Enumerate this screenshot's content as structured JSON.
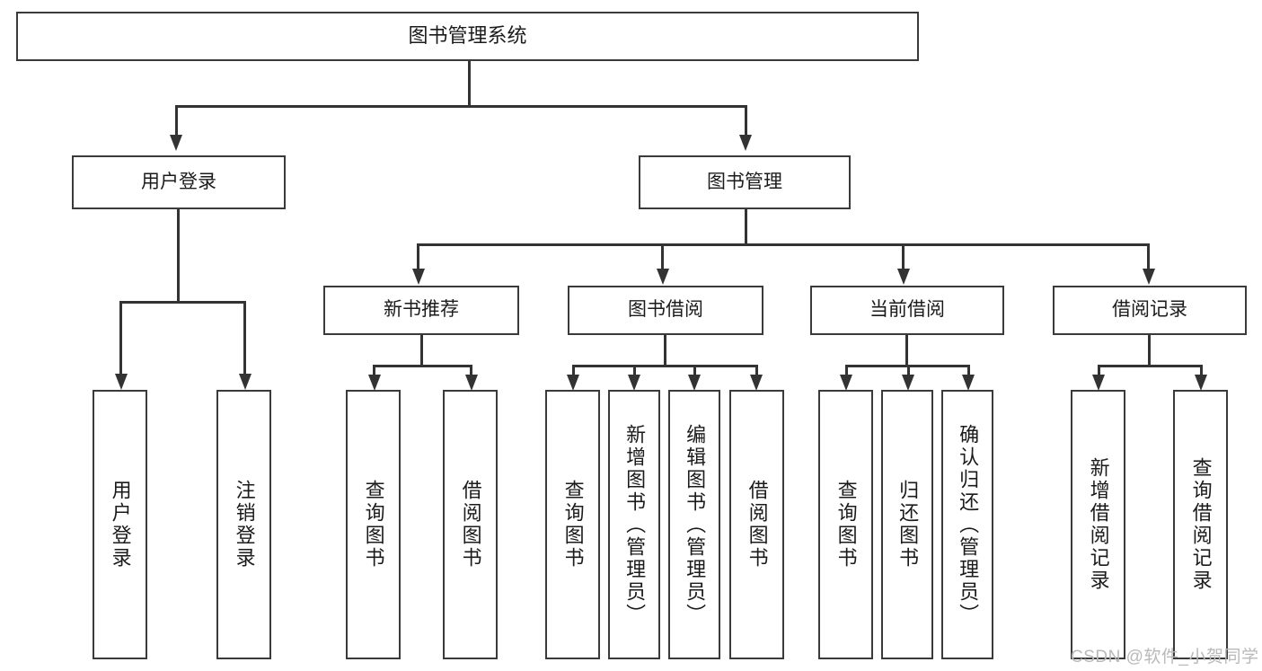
{
  "diagram": {
    "type": "tree",
    "title": "图书管理系统",
    "watermark": "CSDN @软件_小贺同学",
    "colors": {
      "box_border": "#3a3a3a",
      "edge": "#333333",
      "background": "#ffffff",
      "text": "#1b1b1b",
      "watermark": "#b9b9b9"
    },
    "nodes": {
      "root": "图书管理系统",
      "level2": {
        "user_login": "用户登录",
        "book_manage": "图书管理"
      },
      "level3": {
        "new_book_recommend": "新书推荐",
        "book_borrow": "图书借阅",
        "current_borrow": "当前借阅",
        "borrow_record": "借阅记录"
      },
      "leaves": {
        "user_login_1": "用户登录",
        "user_login_2": "注销登录",
        "recommend_1": "查询图书",
        "recommend_2": "借阅图书",
        "borrow_1": "查询图书",
        "borrow_2": "新增图书（管理员）",
        "borrow_3": "编辑图书（管理员）",
        "borrow_4": "借阅图书",
        "current_1": "查询图书",
        "current_2": "归还图书",
        "current_3": "确认归还（管理员）",
        "record_1": "新增借阅记录",
        "record_2": "查询借阅记录"
      }
    }
  }
}
